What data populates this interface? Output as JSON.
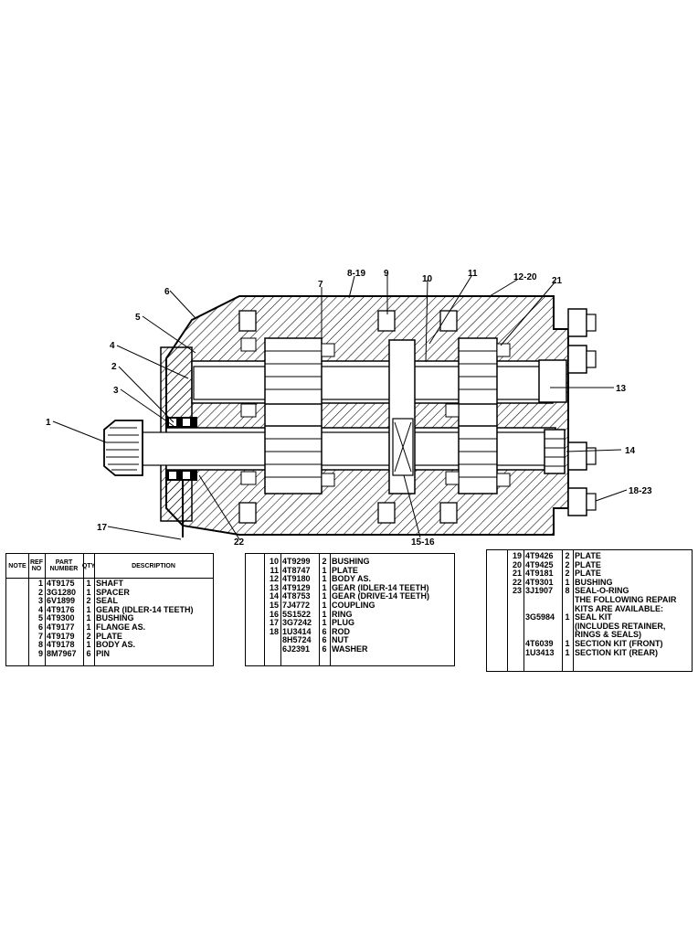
{
  "callouts": [
    "1",
    "2",
    "3",
    "4",
    "5",
    "6",
    "7",
    "8-19",
    "9",
    "10",
    "11",
    "12-20",
    "21",
    "13",
    "14",
    "18-23",
    "22",
    "15-16",
    "17"
  ],
  "table1": {
    "headers": {
      "note": "NOTE",
      "ref": "REF NO",
      "part": "PART NUMBER",
      "qty": "QTY",
      "desc": "DESCRIPTION"
    },
    "rows": [
      {
        "ref": "1",
        "part": "4T9175",
        "qty": "1",
        "desc": "SHAFT"
      },
      {
        "ref": "2",
        "part": "3G1280",
        "qty": "1",
        "desc": "SPACER"
      },
      {
        "ref": "3",
        "part": "6V1899",
        "qty": "2",
        "desc": "SEAL"
      },
      {
        "ref": "4",
        "part": "4T9176",
        "qty": "1",
        "desc": "GEAR (IDLER-14 TEETH)"
      },
      {
        "ref": "5",
        "part": "4T9300",
        "qty": "1",
        "desc": "BUSHING"
      },
      {
        "ref": "6",
        "part": "4T9177",
        "qty": "1",
        "desc": "FLANGE AS."
      },
      {
        "ref": "7",
        "part": "4T9179",
        "qty": "2",
        "desc": "PLATE"
      },
      {
        "ref": "8",
        "part": "4T9178",
        "qty": "1",
        "desc": "BODY AS."
      },
      {
        "ref": "9",
        "part": "8M7967",
        "qty": "6",
        "desc": "PIN"
      }
    ]
  },
  "table2": {
    "rows": [
      {
        "ref": "10",
        "part": "4T9299",
        "qty": "2",
        "desc": "BUSHING"
      },
      {
        "ref": "11",
        "part": "4T8747",
        "qty": "1",
        "desc": "PLATE"
      },
      {
        "ref": "12",
        "part": "4T9180",
        "qty": "1",
        "desc": "BODY AS."
      },
      {
        "ref": "13",
        "part": "4T9129",
        "qty": "1",
        "desc": "GEAR (IDLER-14 TEETH)"
      },
      {
        "ref": "14",
        "part": "4T8753",
        "qty": "1",
        "desc": "GEAR (DRIVE-14 TEETH)"
      },
      {
        "ref": "15",
        "part": "7J4772",
        "qty": "1",
        "desc": "COUPLING"
      },
      {
        "ref": "16",
        "part": "5S1522",
        "qty": "1",
        "desc": "RING"
      },
      {
        "ref": "17",
        "part": "3G7242",
        "qty": "1",
        "desc": "PLUG"
      },
      {
        "ref": "18",
        "part": "1U3414",
        "qty": "6",
        "desc": "ROD"
      },
      {
        "ref": "",
        "part": "8H5724",
        "qty": "6",
        "desc": "NUT"
      },
      {
        "ref": "",
        "part": "6J2391",
        "qty": "6",
        "desc": "WASHER"
      }
    ]
  },
  "table3": {
    "rows": [
      {
        "ref": "19",
        "part": "4T9426",
        "qty": "2",
        "desc": "PLATE"
      },
      {
        "ref": "20",
        "part": "4T9425",
        "qty": "2",
        "desc": "PLATE"
      },
      {
        "ref": "21",
        "part": "4T9181",
        "qty": "2",
        "desc": "PLATE"
      },
      {
        "ref": "22",
        "part": "4T9301",
        "qty": "1",
        "desc": "BUSHING"
      },
      {
        "ref": "23",
        "part": "3J1907",
        "qty": "8",
        "desc": "SEAL-O-RING"
      },
      {
        "ref": "",
        "part": "",
        "qty": "",
        "desc": "THE FOLLOWING REPAIR"
      },
      {
        "ref": "",
        "part": "",
        "qty": "",
        "desc": "KITS ARE AVAILABLE:"
      },
      {
        "ref": "",
        "part": "3G5984",
        "qty": "1",
        "desc": "SEAL KIT"
      },
      {
        "ref": "",
        "part": "",
        "qty": "",
        "desc": "(INCLUDES RETAINER,"
      },
      {
        "ref": "",
        "part": "",
        "qty": "",
        "desc": "RINGS & SEALS)"
      },
      {
        "ref": "",
        "part": "4T6039",
        "qty": "1",
        "desc": "SECTION KIT (FRONT)"
      },
      {
        "ref": "",
        "part": "1U3413",
        "qty": "1",
        "desc": "SECTION KIT (REAR)"
      }
    ]
  }
}
